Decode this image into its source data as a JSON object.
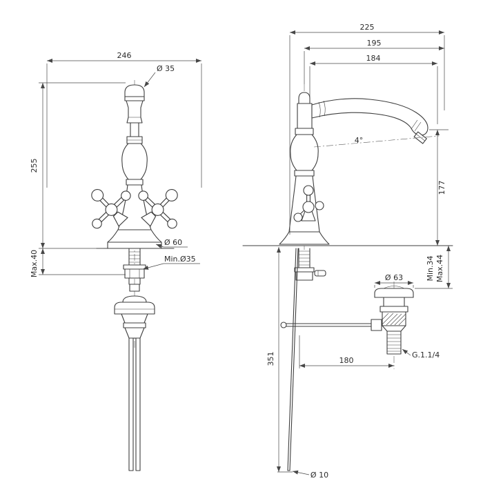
{
  "colors": {
    "line": "#3c3c3c",
    "dimension": "#474747",
    "background": "#ffffff"
  },
  "drawing": {
    "front": {
      "width": "246",
      "spout_diameter": "Ø 35",
      "height": "255",
      "base_diameter": "Ø 60",
      "min_hole_diameter": "Min.Ø35",
      "max_deck_thickness": "Max.40"
    },
    "side": {
      "reach_total": "225",
      "reach_mid": "195",
      "reach_aerator": "184",
      "spout_angle": "4°",
      "spout_height": "177",
      "deck_min": "Min.34",
      "deck_max": "Max.44",
      "drain_diameter": "Ø 63",
      "drain_thread": "G.1.1/4",
      "drain_distance": "180",
      "rod_length": "351",
      "rod_diameter": "Ø 10"
    }
  }
}
